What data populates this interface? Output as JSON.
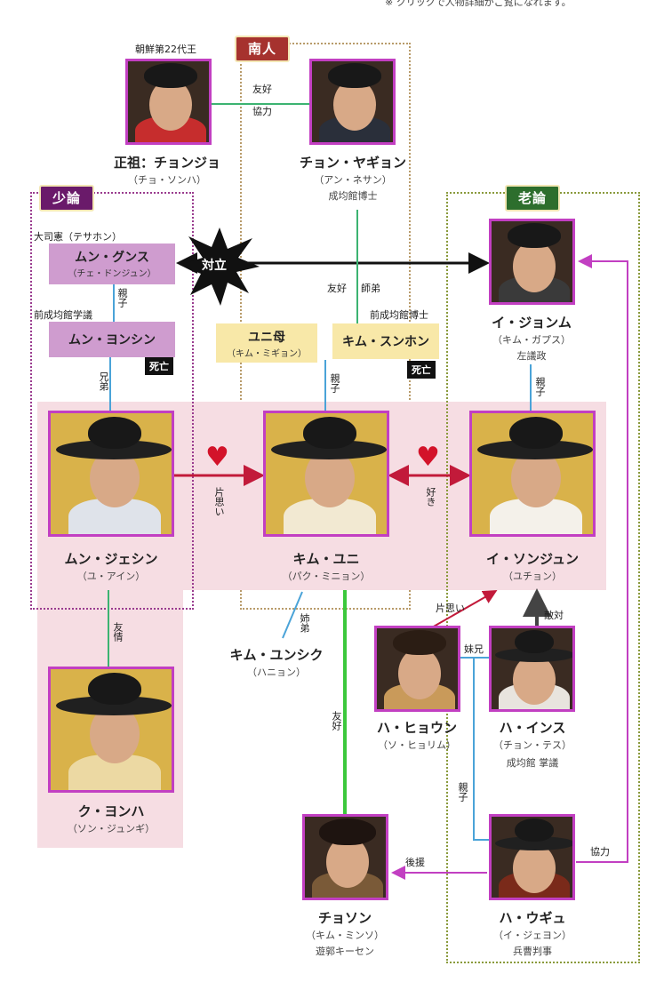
{
  "header_note": "※ クリックで人物詳細がご覧になれます。",
  "factions": {
    "south": "南人",
    "young": "少論",
    "old": "老論"
  },
  "colors": {
    "south": "#a6322e",
    "young": "#6a1a6a",
    "old": "#2d6e2d",
    "heart": "#d3132a"
  },
  "king": {
    "title": "朝鮮第22代王",
    "name": "正祖：チョンジョ",
    "actor": "（チョ・ソンハ）"
  },
  "jeong": {
    "name": "チョン・ヤギョン",
    "actor": "（アン・ネサン）",
    "role": "成均館博士"
  },
  "moon_geunsu": {
    "title": "大司憲（テサホン）",
    "name": "ムン・グンス",
    "actor": "（チェ・ドンジュン）"
  },
  "moon_yongshin": {
    "title": "前成均館学議",
    "name": "ムン・ヨンシン",
    "dead": "死亡"
  },
  "yuni_mother": {
    "name": "ユニ母",
    "actor": "（キム・ミギョン）"
  },
  "kim_seunghon": {
    "title": "前成均館博士",
    "name": "キム・スンホン",
    "dead": "死亡"
  },
  "lee_jeongmu": {
    "name": "イ・ジョンム",
    "actor": "（キム・ガプス）",
    "role": "左議政"
  },
  "moon_jaeshin": {
    "name": "ムン・ジェシン",
    "actor": "（ユ・アイン）"
  },
  "kim_yuni": {
    "name": "キム・ユニ",
    "actor": "（パク・ミニョン）"
  },
  "lee_seonjun": {
    "name": "イ・ソンジュン",
    "actor": "（ユチョン）"
  },
  "kim_yunsik": {
    "name": "キム・ユンシク",
    "actor": "（ハニョン）"
  },
  "ha_hyoeun": {
    "name": "ハ・ヒョウン",
    "actor": "（ソ・ヒョリム）"
  },
  "ha_insu": {
    "name": "ハ・インス",
    "actor": "（チョン・テス）",
    "role": "成均館 掌議"
  },
  "gu_yongha": {
    "name": "ク・ヨンハ",
    "actor": "（ソン・ジュンギ）"
  },
  "choson": {
    "name": "チョソン",
    "actor": "（キム・ミンソ）",
    "role": "遊郭キーセン"
  },
  "ha_ugyu": {
    "name": "ハ・ウギュ",
    "actor": "（イ・ジェヨン）",
    "role": "兵曹判事"
  },
  "relations": {
    "friendly": "友好",
    "cooperate": "協力",
    "conflict": "対立",
    "friendly2": "友好",
    "mentor": "師弟",
    "parent_child": "親子",
    "brothers": "兄弟",
    "parent_child2": "親子",
    "parent_child3": "親子",
    "oneway_love": "片思い",
    "likes": "好き",
    "siblings": "姉弟",
    "friendship": "友情",
    "friendly3": "友好",
    "oneway_love2": "片思い",
    "hostile": "敵対",
    "brother_sister": "妹兄",
    "parent_child4": "親子",
    "support": "後援",
    "cooperate2": "協力"
  }
}
